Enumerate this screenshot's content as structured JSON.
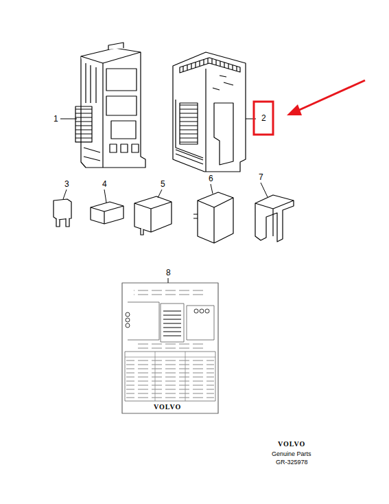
{
  "diagram": {
    "labels": [
      "1",
      "2",
      "3",
      "4",
      "5",
      "6",
      "7",
      "8",
      "VOLVO",
      "VOLVO",
      "Genuine Parts",
      "GR-325978"
    ]
  }
}
